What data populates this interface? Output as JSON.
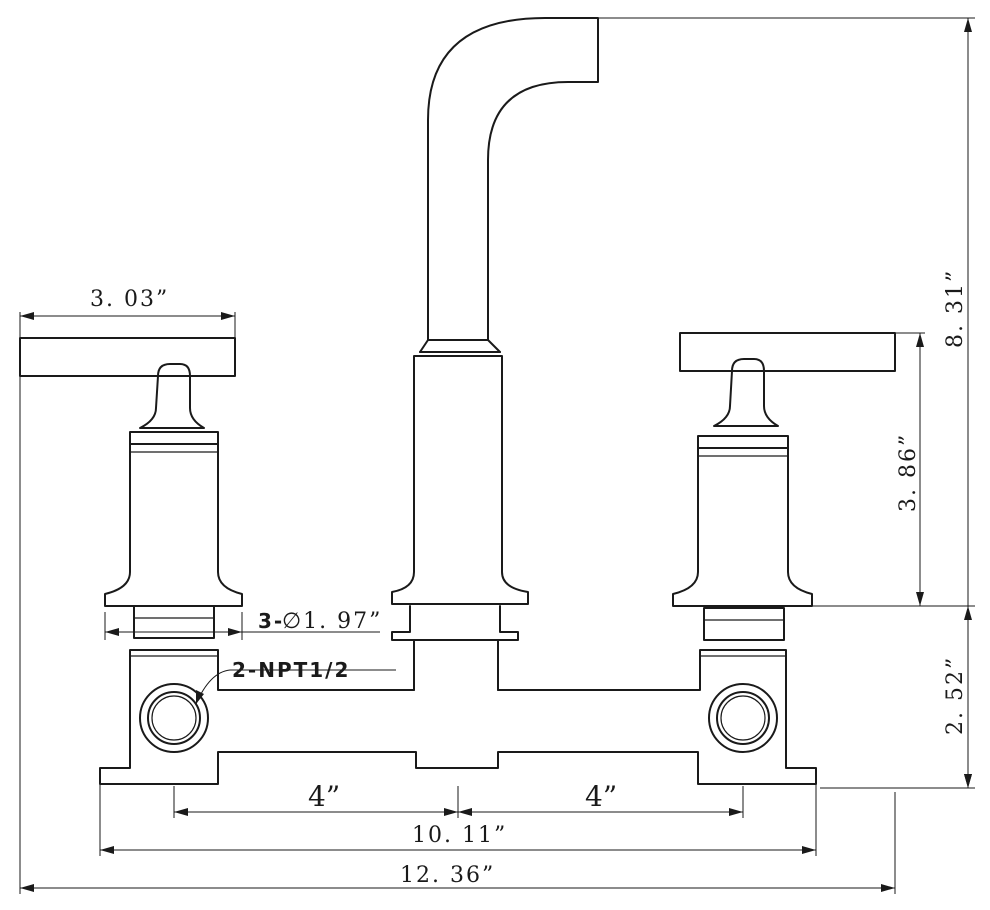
{
  "dimensions": {
    "handle_width": "3. 03”",
    "total_height": "8. 31”",
    "handle_height": "3. 86”",
    "base_height": "2. 52”",
    "left_spacing": "4”",
    "right_spacing": "4”",
    "body_width": "10. 11”",
    "overall_width": "12. 36”"
  },
  "labels": {
    "hole_prefix": "3-",
    "hole_diameter": "∅1. 97”",
    "npt": "2-NPT1/2"
  }
}
